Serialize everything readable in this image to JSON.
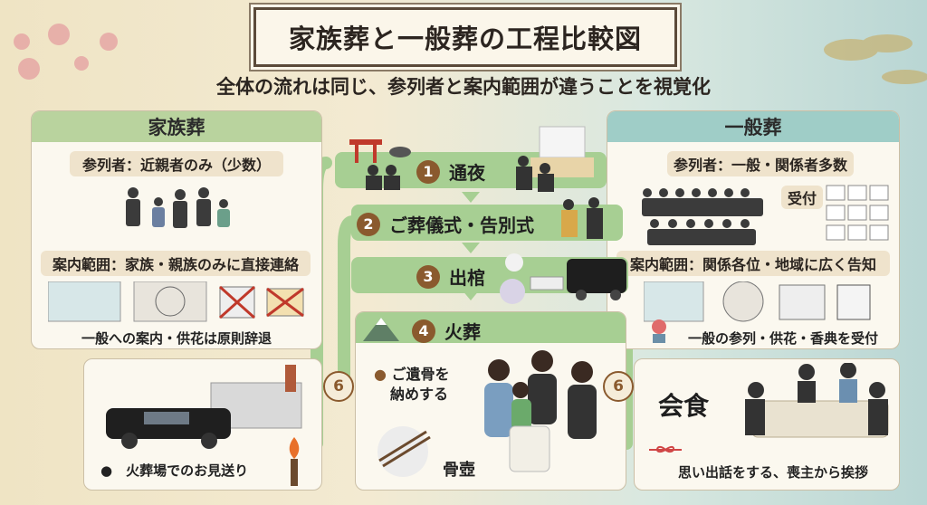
{
  "title": "家族葬と一般葬の工程比較図",
  "subtitle": "全体の流れは同じ、参列者と案内範囲が違うことを視覚化",
  "left": {
    "header": "家族葬",
    "attendees": "参列者：近親者のみ（少数）",
    "scope": "案内範囲：家族・親族のみに直接連絡",
    "note": "一般への案内・供花は原則辞退"
  },
  "right": {
    "header": "一般葬",
    "attendees": "参列者：一般・関係者多数",
    "reception": "受付",
    "scope": "案内範囲：関係各位・地域に広く告知",
    "note": "一般の参列・供花・香典を受付"
  },
  "steps": [
    {
      "num": "1",
      "label": "通夜"
    },
    {
      "num": "2",
      "label": "ご葬儀式・告別式"
    },
    {
      "num": "3",
      "label": "出棺"
    },
    {
      "num": "4",
      "label": "火葬"
    }
  ],
  "six_left": "6",
  "six_right": "6",
  "cremation": {
    "bullet": "●",
    "kotsu_line1": "ご遺骨を",
    "kotsu_line2": "納めする",
    "urn": "骨壺"
  },
  "send_off": "●　火葬場でのお見送り",
  "meal": {
    "title": "会食",
    "note": "思い出話をする、喪主から挨拶"
  },
  "colors": {
    "green_head": "#b9d39e",
    "teal_head": "#9fcdc7",
    "flow_green": "#a7cf93",
    "number_brown": "#8a5a2e"
  }
}
